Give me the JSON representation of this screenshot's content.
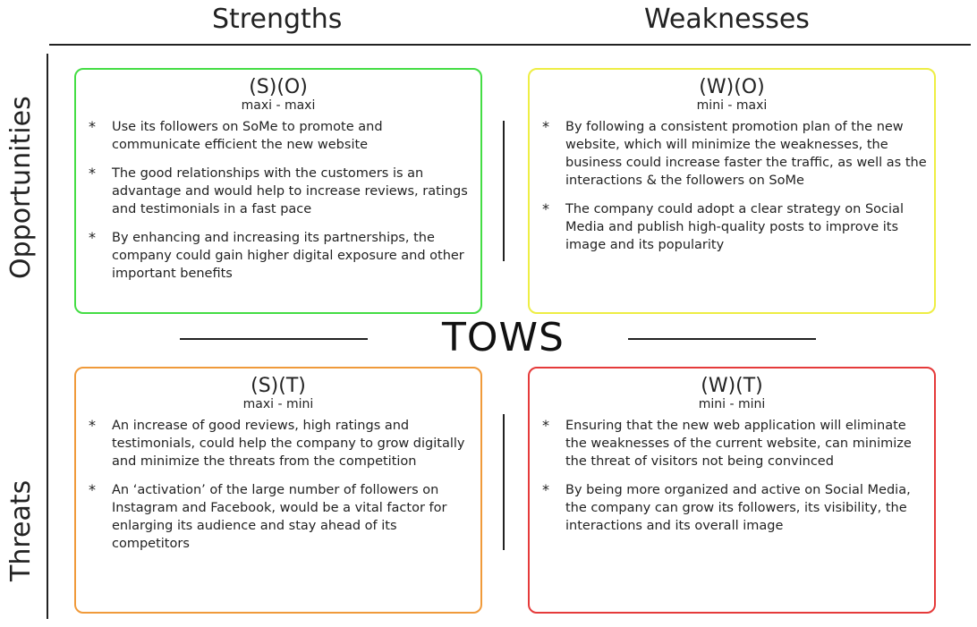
{
  "headers": {
    "strengths": "Strengths",
    "weaknesses": "Weaknesses",
    "opportunities": "Opportunities",
    "threats": "Threats"
  },
  "center_label": "TOWS",
  "colors": {
    "so": "#44dd44",
    "wo": "#eeee44",
    "st": "#f09a3a",
    "wt": "#e53a3a"
  },
  "bullet": "*",
  "quadrants": {
    "so": {
      "title": "(S)(O)",
      "subtitle": "maxi - maxi",
      "items": [
        "Use its followers on SoMe to promote and communicate efficient the new website",
        "The good relationships with the customers is an advantage and would help to increase reviews, ratings and testimonials in a fast pace",
        "By enhancing and increasing its partnerships, the company could gain higher digital exposure and other important benefits"
      ]
    },
    "wo": {
      "title": "(W)(O)",
      "subtitle": "mini - maxi",
      "items": [
        "By following a consistent promotion plan of the new website, which will minimize the weaknesses, the business could increase faster the traffic, as well as the interactions & the followers on SoMe",
        "The company could adopt a clear strategy on Social Media and publish high-quality posts to improve its image and its popularity"
      ]
    },
    "st": {
      "title": "(S)(T)",
      "subtitle": "maxi - mini",
      "items": [
        "An increase of good reviews, high ratings and testimonials, could help the company to grow digitally and minimize the threats from the competition",
        "An ‘activation’ of the large number of followers on Instagram and Facebook, would be a vital factor for enlarging its audience and stay ahead of its competitors"
      ]
    },
    "wt": {
      "title": "(W)(T)",
      "subtitle": "mini - mini",
      "items": [
        "Ensuring that the new web application will eliminate the weaknesses of the current website, can minimize the threat of visitors not being convinced",
        "By being more organized and active on Social Media, the company can grow its followers, its visibility, the interactions and its overall image"
      ]
    }
  }
}
